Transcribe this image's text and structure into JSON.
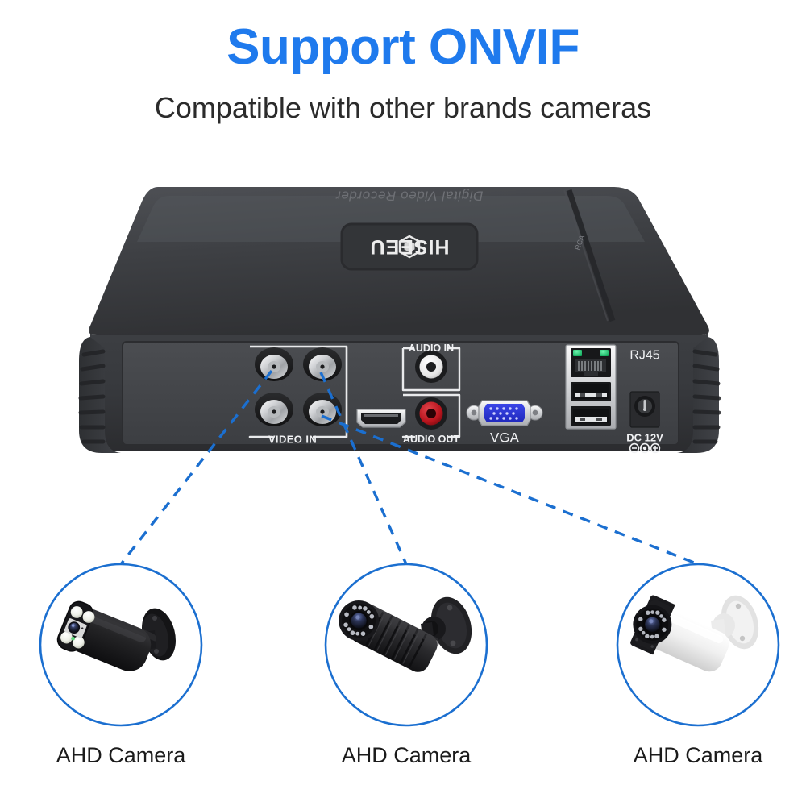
{
  "headline": {
    "text": "Support ONVIF",
    "color": "#1f7aed"
  },
  "subhead": {
    "text": "Compatible with other brands cameras",
    "color": "#2b2b2b"
  },
  "device": {
    "brand_logo": "HISEEU",
    "top_text": "Digital Video Recorder",
    "side_marking": "RCA",
    "body_color": "#3b3d40",
    "panel_color": "#4a4c50",
    "ports": {
      "video_in": {
        "label": "VIDEO IN",
        "count": 4,
        "type": "BNC"
      },
      "hdmi": {
        "label": "",
        "type": "HDMI"
      },
      "audio_in": {
        "label": "AUDIO IN",
        "type": "RCA",
        "ring_color": "#ffffff"
      },
      "audio_out": {
        "label": "AUDIO OUT",
        "type": "RCA",
        "ring_color": "#c1121f"
      },
      "vga": {
        "label": "VGA",
        "type": "DB15",
        "connector_color": "#2b35d8"
      },
      "rj45": {
        "label": "RJ45",
        "type": "Ethernet",
        "led_color": "#17c96a"
      },
      "usb": {
        "label": "",
        "count": 2,
        "type": "USB-A"
      },
      "power": {
        "label": "DC 12V",
        "type": "Barrel jack"
      }
    }
  },
  "connectors": {
    "line_color": "#1b6fd0",
    "line_style": "dashed",
    "count": 3
  },
  "cameras": [
    {
      "label": "AHD Camera",
      "body_color": "#1d1d1f",
      "front_color": "#18181a",
      "style": "black-bullet-4led",
      "led_type": "white-spotlight",
      "circle_color": "#1b6fd0"
    },
    {
      "label": "AHD Camera",
      "body_color": "#232326",
      "front_color": "#1a1a1c",
      "style": "black-finned-bullet",
      "led_type": "ir-ring",
      "circle_color": "#1b6fd0"
    },
    {
      "label": "AHD Camera",
      "body_color": "#f2f2f2",
      "front_color": "#1a1a1c",
      "style": "white-bullet",
      "led_type": "ir-ring",
      "circle_color": "#1b6fd0"
    }
  ]
}
